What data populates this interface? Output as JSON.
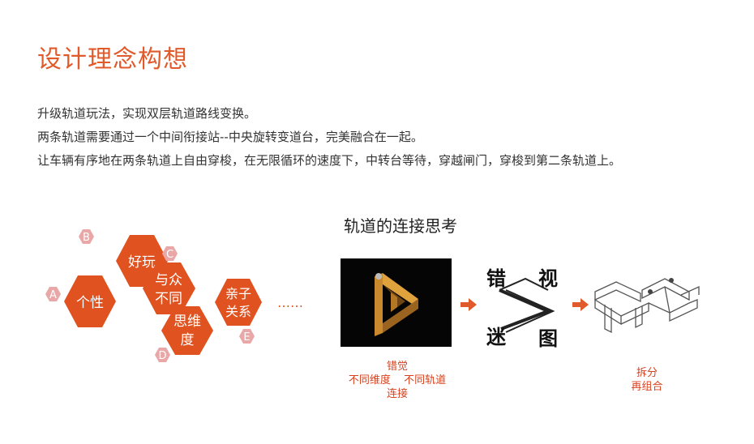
{
  "title": "设计理念构想",
  "description": [
    "升级轨道玩法，实现双层轨道路线变换。",
    "两条轨道需要通过一个中间衔接站--中央旋转变道台，完美融合在一起。",
    "让车辆有序地在两条轨道上自由穿梭，在无限循环的速度下，中转台等待，穿越闸门，穿梭到第二条轨道上。"
  ],
  "hexagons": [
    {
      "letter": "A",
      "line1": "个性",
      "line2": ""
    },
    {
      "letter": "B",
      "line1": "好玩",
      "line2": ""
    },
    {
      "letter": "C",
      "line1": "与众",
      "line2": "不同"
    },
    {
      "letter": "D",
      "line1": "思维",
      "line2": "度"
    },
    {
      "letter": "E",
      "line1": "亲子",
      "line2": "关系"
    }
  ],
  "ellipsis": "……",
  "section_heading": "轨道的连接思考",
  "illusion_chars": [
    "错",
    "视",
    "迷",
    "图"
  ],
  "captions": {
    "left": {
      "line1": "错觉",
      "line2a": "不同维度",
      "line2b": "不同轨道",
      "line3": "连接"
    },
    "right": {
      "line1": "拆分",
      "line2": "再组合"
    }
  },
  "colors": {
    "accent": "#e05a2b",
    "hex": "#e0521f",
    "badge": "#e9a7a7",
    "text": "#333333"
  }
}
